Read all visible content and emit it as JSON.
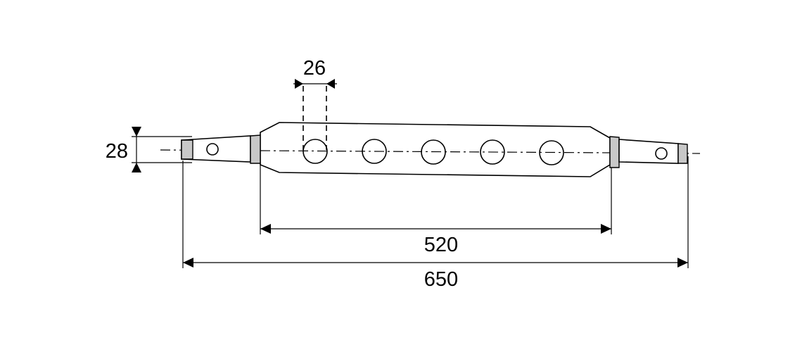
{
  "dimensions": {
    "pin_diameter": "28",
    "hole_diameter": "26",
    "body_length": "520",
    "overall_length": "650"
  },
  "colors": {
    "line": "#000000",
    "ring_fill": "#c8c8c8",
    "background": "#ffffff"
  }
}
